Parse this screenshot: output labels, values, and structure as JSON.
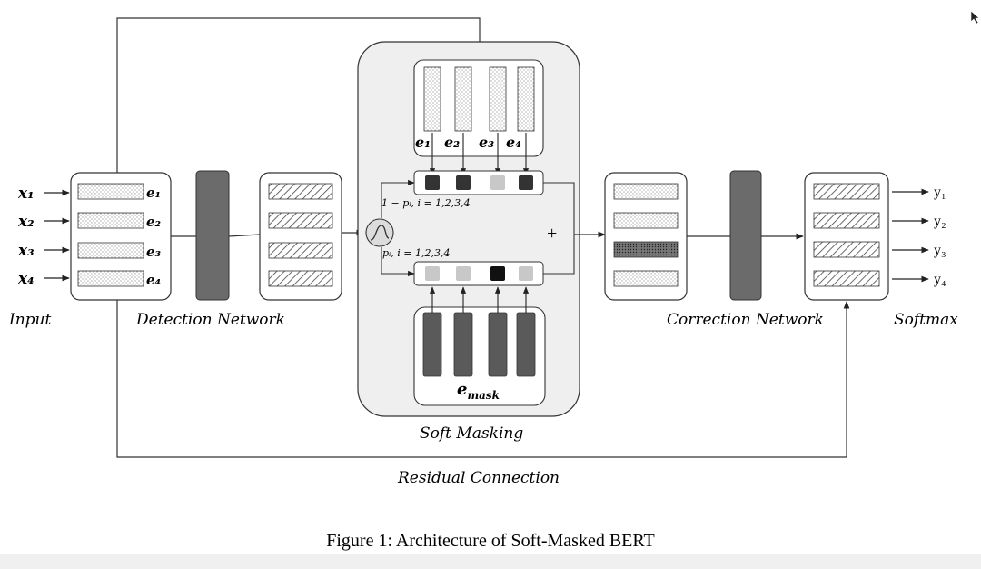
{
  "inputs": {
    "x_labels": [
      "x₁",
      "x₂",
      "x₃",
      "x₄"
    ],
    "e_labels": [
      "e₁",
      "e₂",
      "e₃",
      "e₄"
    ]
  },
  "outputs": {
    "y_labels": [
      "y₁",
      "y₂",
      "y₃",
      "y₄"
    ]
  },
  "soft_masking": {
    "top_e_labels": [
      "e₁",
      "e₂",
      "e₃",
      "e₄"
    ],
    "upper_formula": "1 − pᵢ, i = 1,2,3,4",
    "lower_formula": "pᵢ, i = 1,2,3,4",
    "plus_sign": "+",
    "mask_label": "e",
    "mask_subscript": "mask"
  },
  "labels": {
    "input": "Input",
    "detection_network": "Detection Network",
    "soft_masking": "Soft Masking",
    "correction_network": "Correction Network",
    "softmax": "Softmax",
    "residual_connection": "Residual Connection"
  },
  "caption": "Figure 1: Architecture of Soft-Masked BERT",
  "colors": {
    "stroke": "#333333",
    "dark_block": "#6b6b6b",
    "soft_panel": "#efefef",
    "cell_dark": "#333333",
    "cell_light": "#c8c8c8",
    "cell_black": "#111111"
  }
}
